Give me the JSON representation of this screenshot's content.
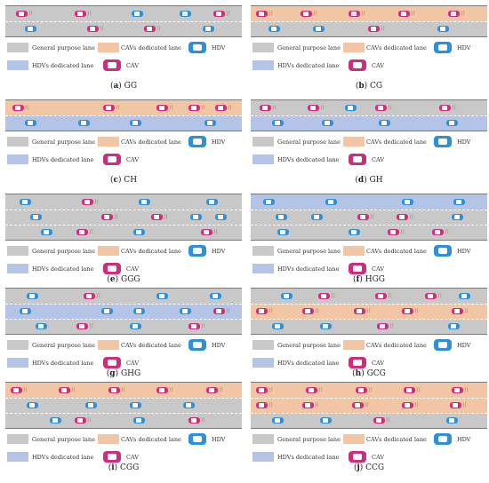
{
  "colors": {
    "general_lane": "#c8c8c8",
    "cav_lane": "#f2c6a4",
    "hdv_lane": "#b4c4e6",
    "hdv_car": "#2f8fd8",
    "cav_car": "#cc2e7e",
    "signal": "#e07a2a"
  },
  "legend": {
    "general_purpose_lane": "General purpose lane",
    "cavs_dedicated_lane": "CAVs dedicated lane",
    "hdvs_dedicated_lane": "HDVs dedicated lane",
    "hdv": "HDV",
    "cav": "CAV"
  },
  "signal_glyph": "))",
  "panels": [
    {
      "letter": "a",
      "title": "GG",
      "lanes": [
        "G",
        "G"
      ]
    },
    {
      "letter": "b",
      "title": "CG",
      "lanes": [
        "C",
        "G"
      ]
    },
    {
      "letter": "c",
      "title": "CH",
      "lanes": [
        "C",
        "H"
      ]
    },
    {
      "letter": "d",
      "title": "GH",
      "lanes": [
        "G",
        "H"
      ]
    },
    {
      "letter": "e",
      "title": "GGG",
      "lanes": [
        "G",
        "G",
        "G"
      ]
    },
    {
      "letter": "f",
      "title": "HGG",
      "lanes": [
        "H",
        "G",
        "G"
      ]
    },
    {
      "letter": "g",
      "title": "GHG",
      "lanes": [
        "G",
        "H",
        "G"
      ]
    },
    {
      "letter": "h",
      "title": "GCG",
      "lanes": [
        "G",
        "C",
        "G"
      ]
    },
    {
      "letter": "i",
      "title": "CGG",
      "lanes": [
        "C",
        "G",
        "G"
      ]
    },
    {
      "letter": "j",
      "title": "CCG",
      "lanes": [
        "C",
        "C",
        "G"
      ]
    }
  ]
}
